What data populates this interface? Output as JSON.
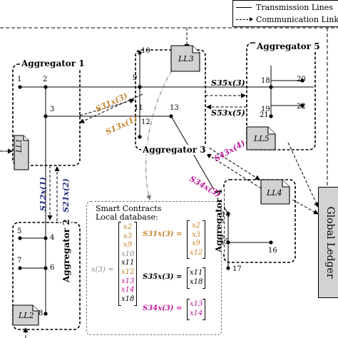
{
  "legend": {
    "transmission": "Transmission Lines",
    "communication": "Communication Links"
  },
  "aggregators": [
    {
      "name": "Aggregator 1"
    },
    {
      "name": "Aggregator 2"
    },
    {
      "name": "Aggregator 3"
    },
    {
      "name": "Aggregator 4"
    },
    {
      "name": "Aggregator 5"
    }
  ],
  "ledgers": {
    "ll1": "LL1",
    "ll2": "LL2",
    "ll3": "LL3",
    "ll4": "LL4",
    "ll5": "LL5"
  },
  "nodes": {
    "n1": "1",
    "n2": "2",
    "n3": "3",
    "n4": "4",
    "n5": "5",
    "n6": "6",
    "n7": "7",
    "n8": "8",
    "n9": "9",
    "n10": "10",
    "n11": "11",
    "n12": "12",
    "n13": "13",
    "n14": "14",
    "n15": "15",
    "n16": "16",
    "n17": "17",
    "n18": "18",
    "n19": "19",
    "n20": "20",
    "n21": "21",
    "n22": "22"
  },
  "messages": {
    "s35": "S35x(3)",
    "s53": "S53x(5)",
    "s31": "S31x(3)",
    "s13": "S13x(1)",
    "s12": "S12x(1)",
    "s21": "S21x(2)",
    "s43": "S43x(4)",
    "s34": "S34x(3)"
  },
  "global_ledger": "Global Ledger",
  "smart_contracts": {
    "title_line1": "Smart Contracts",
    "title_line2": "Local database:",
    "x3_label": "x(3) =",
    "x3_vector": [
      "x2",
      "x3",
      "x9",
      "x10",
      "x11",
      "x12",
      "x13",
      "x14",
      "x18"
    ],
    "s31_label": "S31x(3) =",
    "s31_vector": [
      "x2",
      "x3",
      "x9",
      "x12"
    ],
    "s35_label": "S35x(3) =",
    "s35_vector": [
      "x11",
      "x18"
    ],
    "s34_label": "S34x(3) =",
    "s34_vector": [
      "x13",
      "x14"
    ]
  },
  "colors": {
    "orange": "#c8842a",
    "magenta": "#c0189a",
    "navy": "#1e2a7a",
    "gray": "#8a8a8a",
    "ledger_fill": "#d2d2d2"
  }
}
